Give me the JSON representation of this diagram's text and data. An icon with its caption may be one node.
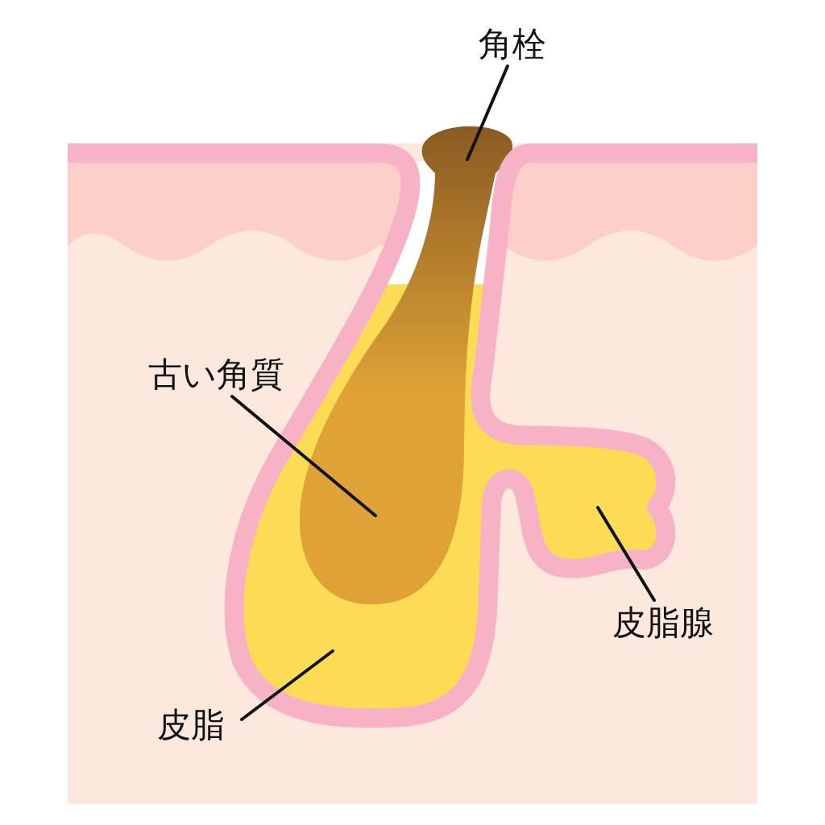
{
  "diagram": {
    "nodes": [
      {
        "text": [
          "角栓"
        ]
      },
      {
        "text": [
          "古い角質"
        ]
      },
      {
        "text": [
          "皮脂"
        ]
      },
      {
        "text": [
          "皮脂腺"
        ]
      }
    ],
    "edges": [
      {
        "from": 0,
        "to": null,
        "arrow": "none"
      },
      {
        "from": 1,
        "to": null,
        "arrow": "none"
      },
      {
        "from": 2,
        "to": null,
        "arrow": "none"
      },
      {
        "from": 3,
        "to": null,
        "arrow": "none"
      }
    ]
  }
}
